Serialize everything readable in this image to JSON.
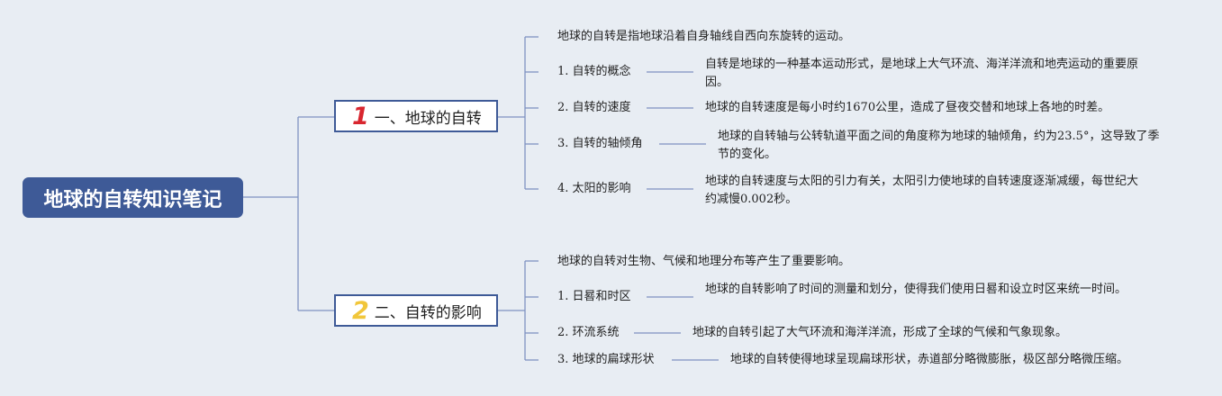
{
  "root": {
    "title": "地球的自转知识笔记"
  },
  "branches": [
    {
      "number": "1",
      "title": "一、地球的自转",
      "intro": "地球的自转是指地球沿着自身轴线自西向东旋转的运动。",
      "items": [
        {
          "label": "1. 自转的概念",
          "desc": "自转是地球的一种基本运动形式，是地球上大气环流、海洋洋流和地壳运动的重要原因。"
        },
        {
          "label": "2. 自转的速度",
          "desc": "地球的自转速度是每小时约1670公里，造成了昼夜交替和地球上各地的时差。"
        },
        {
          "label": "3. 自转的轴倾角",
          "desc": "地球的自转轴与公转轨道平面之间的角度称为地球的轴倾角，约为23.5°，这导致了季节的变化。"
        },
        {
          "label": "4. 太阳的影响",
          "desc": "地球的自转速度与太阳的引力有关，太阳引力使地球的自转速度逐渐减缓，每世纪大约减慢0.002秒。"
        }
      ]
    },
    {
      "number": "2",
      "title": "二、自转的影响",
      "intro": "地球的自转对生物、气候和地理分布等产生了重要影响。",
      "items": [
        {
          "label": "1. 日晷和时区",
          "desc": "地球的自转影响了时间的测量和划分，使得我们使用日晷和设立时区来统一时间。"
        },
        {
          "label": "2. 环流系统",
          "desc": "地球的自转引起了大气环流和海洋洋流，形成了全球的气候和气象现象。"
        },
        {
          "label": "3. 地球的扁球形状",
          "desc": "地球的自转使得地球呈现扁球形状，赤道部分略微膨胀，极区部分略微压缩。"
        }
      ]
    }
  ],
  "colors": {
    "background": "#e8edf3",
    "root": "#3e5a97",
    "line": "#7f93c2",
    "num1": "#d8262f",
    "num2": "#f1c63a"
  }
}
